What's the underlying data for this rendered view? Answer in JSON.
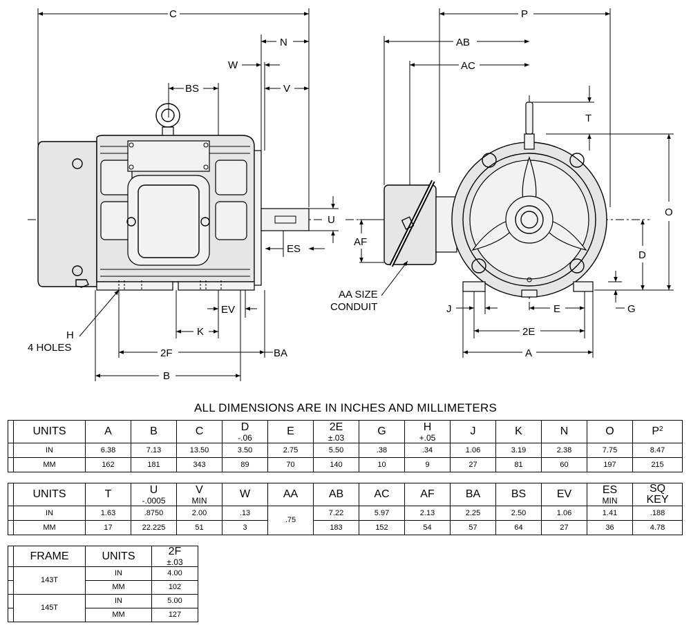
{
  "drawing": {
    "labels": {
      "C": "C",
      "N": "N",
      "W": "W",
      "V": "V",
      "BS": "BS",
      "U": "U",
      "ES": "ES",
      "EV": "EV",
      "K": "K",
      "F2": "2F",
      "B": "B",
      "BA": "BA",
      "H_line1": "H",
      "H_line2": "4 HOLES",
      "P": "P",
      "AB": "AB",
      "AC": "AC",
      "T": "T",
      "O": "O",
      "AF": "AF",
      "D": "D",
      "AA_line1": "AA SIZE",
      "AA_line2": "CONDUIT",
      "J": "J",
      "E": "E",
      "G": "G",
      "E2": "2E",
      "A": "A"
    }
  },
  "notes": {
    "title": "ALL DIMENSIONS ARE IN INCHES AND MILLIMETERS"
  },
  "table1": {
    "headers": [
      {
        "main": "UNITS",
        "sub": ""
      },
      {
        "main": "A",
        "sub": ""
      },
      {
        "main": "B",
        "sub": ""
      },
      {
        "main": "C",
        "sub": ""
      },
      {
        "main": "D",
        "sub": "-.06"
      },
      {
        "main": "E",
        "sub": ""
      },
      {
        "main": "2E",
        "sub": "±.03"
      },
      {
        "main": "G",
        "sub": ""
      },
      {
        "main": "H",
        "sub": "+.05"
      },
      {
        "main": "J",
        "sub": ""
      },
      {
        "main": "K",
        "sub": ""
      },
      {
        "main": "N",
        "sub": ""
      },
      {
        "main": "O",
        "sub": ""
      },
      {
        "main": "P",
        "sub": "",
        "sup": "2"
      }
    ],
    "rows": [
      [
        "IN",
        "6.38",
        "7.13",
        "13.50",
        "3.50",
        "2.75",
        "5.50",
        ".38",
        ".34",
        "1.06",
        "3.19",
        "2.38",
        "7.75",
        "8.47"
      ],
      [
        "MM",
        "162",
        "181",
        "343",
        "89",
        "70",
        "140",
        "10",
        "9",
        "27",
        "81",
        "60",
        "197",
        "215"
      ]
    ]
  },
  "table2": {
    "headers": [
      {
        "main": "UNITS",
        "sub": ""
      },
      {
        "main": "T",
        "sub": ""
      },
      {
        "main": "U",
        "sub": "-.0005"
      },
      {
        "main": "V",
        "sub": "MIN"
      },
      {
        "main": "W",
        "sub": ""
      },
      {
        "main": "AA",
        "sub": ""
      },
      {
        "main": "AB",
        "sub": ""
      },
      {
        "main": "AC",
        "sub": ""
      },
      {
        "main": "AF",
        "sub": ""
      },
      {
        "main": "BA",
        "sub": ""
      },
      {
        "main": "BS",
        "sub": ""
      },
      {
        "main": "EV",
        "sub": ""
      },
      {
        "main": "ES",
        "sub": "MIN"
      },
      {
        "main": "SQ",
        "sub": "KEY"
      }
    ],
    "rows": [
      [
        "IN",
        "1.63",
        ".8750",
        "2.00",
        ".13",
        ".75",
        "7.22",
        "5.97",
        "2.13",
        "2.25",
        "2.50",
        "1.06",
        "1.41",
        ".188"
      ],
      [
        "MM",
        "17",
        "22.225",
        "51",
        "3",
        "",
        "183",
        "152",
        "54",
        "57",
        "64",
        "27",
        "36",
        "4.78"
      ]
    ]
  },
  "table3": {
    "headers": [
      {
        "main": "FRAME",
        "sub": ""
      },
      {
        "main": "UNITS",
        "sub": ""
      },
      {
        "main": "2F",
        "sub": "±.03"
      }
    ],
    "rows": [
      {
        "frame": "143T",
        "in_label": "IN",
        "in_value": "4.00",
        "mm_label": "MM",
        "mm_value": "102"
      },
      {
        "frame": "145T",
        "in_label": "IN",
        "in_value": "5.00",
        "mm_label": "MM",
        "mm_value": "127"
      }
    ]
  }
}
